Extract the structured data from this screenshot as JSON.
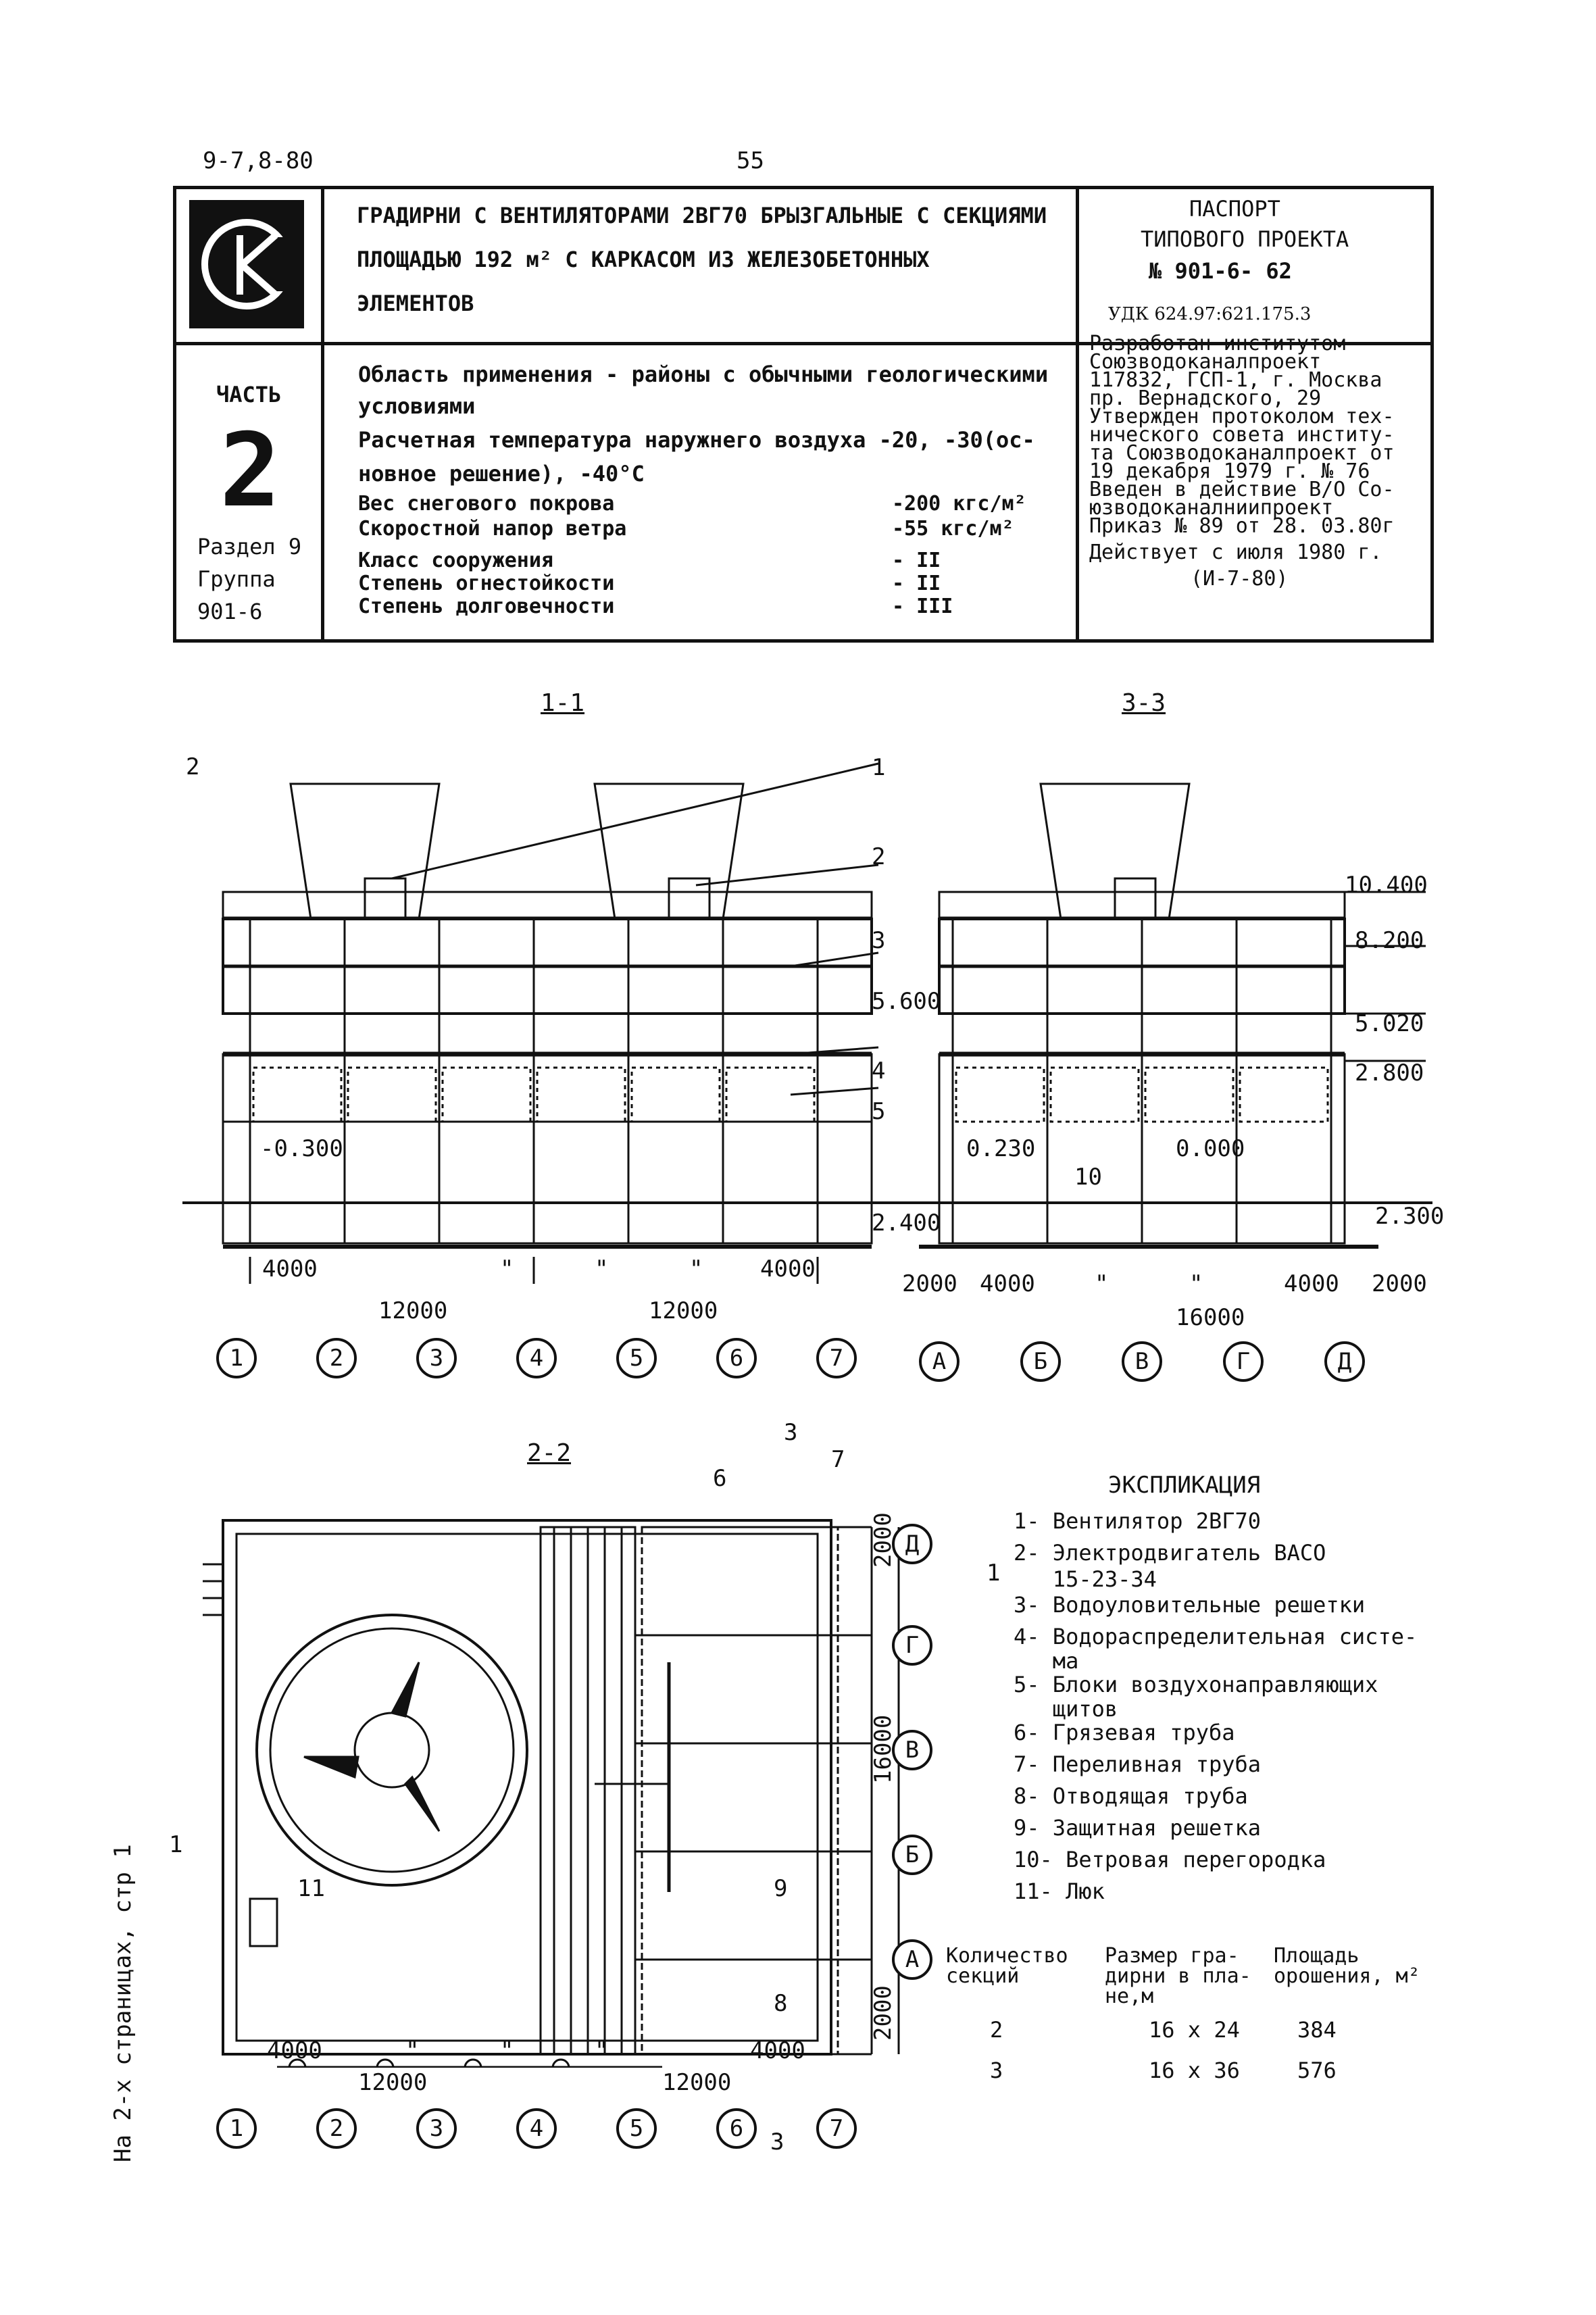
{
  "top": {
    "code": "9-7,8-80",
    "page_number": "55"
  },
  "header": {
    "title_lines": [
      "ГРАДИРНИ С ВЕНТИЛЯТОРАМИ 2ВГ70 БРЫЗГАЛЬНЫЕ С СЕКЦИЯМИ",
      "ПЛОЩАДЬЮ 192 м² С КАРКАСОМ ИЗ ЖЕЛЕЗОБЕТОННЫХ",
      "ЭЛЕМЕНТОВ"
    ],
    "passport": [
      "ПАСПОРТ",
      "ТИПОВОГО ПРОЕКТА",
      "№ 901-6- 62"
    ],
    "udk": "УДК 624.97:621.175.3",
    "part_label": "ЧАСТЬ",
    "part_number": "2",
    "section": [
      "Раздел 9",
      "Группа",
      "901-6"
    ],
    "application_lines": [
      "Область применения - районы с обычными геологическими",
      "условиями",
      "Расчетная температура наружнего воздуха -20, -30(ос-",
      "новное решение), -40°С"
    ],
    "params": [
      {
        "label": "Вес снегового покрова",
        "value": "-200 кгс/м²"
      },
      {
        "label": "Скоростной напор ветра",
        "value": "-55 кгс/м²"
      },
      {
        "label": "Класс сооружения",
        "value": "- II"
      },
      {
        "label": "Степень огнестойкости",
        "value": "- II"
      },
      {
        "label": "Степень долговечности",
        "value": "- III"
      }
    ],
    "developer_lines": [
      "Разработан институтом",
      "Союзводоканалпроект",
      "117832, ГСП-1, г. Москва",
      "пр. Вернадского, 29",
      "Утвержден протоколом тех-",
      "нического совета институ-",
      "та Союзводоканалпроект от",
      "19 декабря 1979 г. № 76",
      "Введен в действие В/О Со-",
      "юзводоканалниипроект",
      "Приказ № 89 от 28. 03.80г",
      "Действует с июля 1980 г.",
      "(И-7-80)"
    ]
  },
  "section_11": {
    "title": "1-1",
    "callouts": [
      "1",
      "2",
      "3",
      "4",
      "5"
    ],
    "elevations": [
      "5.600",
      "-0.300",
      "2.400"
    ],
    "dims_bottom": [
      "4000",
      "\"",
      "\"",
      "\"",
      "4000"
    ],
    "dims_total": [
      "12000",
      "12000"
    ],
    "axes": [
      "1",
      "2",
      "3",
      "4",
      "5",
      "6",
      "7"
    ],
    "marker_left": "2"
  },
  "section_33": {
    "title": "3-3",
    "elevations": [
      "10.400",
      "8.200",
      "5.020",
      "2.800",
      "0.230",
      "0.000",
      "2.300"
    ],
    "callout": "10",
    "dims_bottom": [
      "2000",
      "4000",
      "\"",
      "\"",
      "4000",
      "2000"
    ],
    "dims_total": "16000",
    "axes": [
      "А",
      "Б",
      "В",
      "Г",
      "Д"
    ]
  },
  "section_22": {
    "title": "2-2",
    "callouts": [
      "6",
      "7",
      "9",
      "8",
      "11"
    ],
    "marker_top": "3",
    "marker_bottom": "3",
    "marker_side": "1",
    "dims_right": [
      "2000",
      "16000",
      "2000"
    ],
    "dims_bottom": [
      "4000",
      "\"",
      "\"",
      "\"",
      "4000"
    ],
    "dims_total": [
      "12000",
      "12000"
    ],
    "axes": [
      "1",
      "2",
      "3",
      "4",
      "5",
      "6",
      "7"
    ],
    "row_axes": [
      "Д",
      "Г",
      "В",
      "Б",
      "А"
    ]
  },
  "explication": {
    "title": "ЭКСПЛИКАЦИЯ",
    "items": [
      "1- Вентилятор 2ВГ70",
      "2- Электродвигатель ВАСО",
      "   15-23-34",
      "3- Водоуловительные решетки",
      "4- Водораспределительная систе-",
      "   ма",
      "5- Блоки воздухонаправляющих",
      "   щитов",
      "6- Грязевая труба",
      "7- Переливная труба",
      "8- Отводящая труба",
      "9- Защитная решетка",
      "10- Ветровая перегородка",
      "11- Люк"
    ]
  },
  "table": {
    "headers": [
      "Количество секций",
      "Размер гра- дирни в пла- не,м",
      "Площадь орошения, м²"
    ],
    "rows": [
      [
        "2",
        "16 х 24",
        "384"
      ],
      [
        "3",
        "16 х 36",
        "576"
      ]
    ]
  },
  "side_note": "На 2-х страницах, стр 1"
}
